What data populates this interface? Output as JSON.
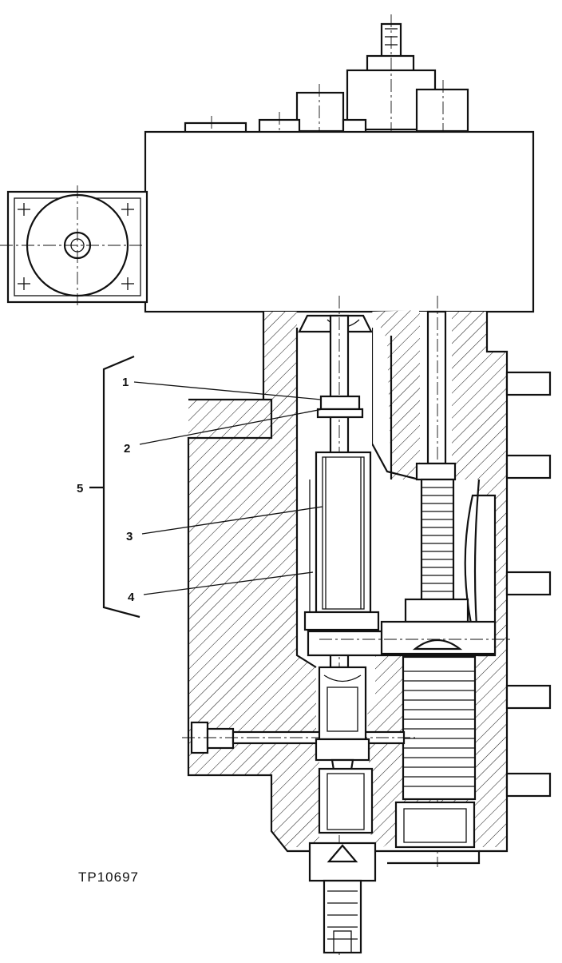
{
  "figure_id": "TP10697",
  "callouts": [
    {
      "label": "1"
    },
    {
      "label": "2"
    },
    {
      "label": "3"
    },
    {
      "label": "4"
    },
    {
      "label": "5"
    }
  ],
  "colors": {
    "ink": "#111111",
    "paper": "#ffffff"
  }
}
